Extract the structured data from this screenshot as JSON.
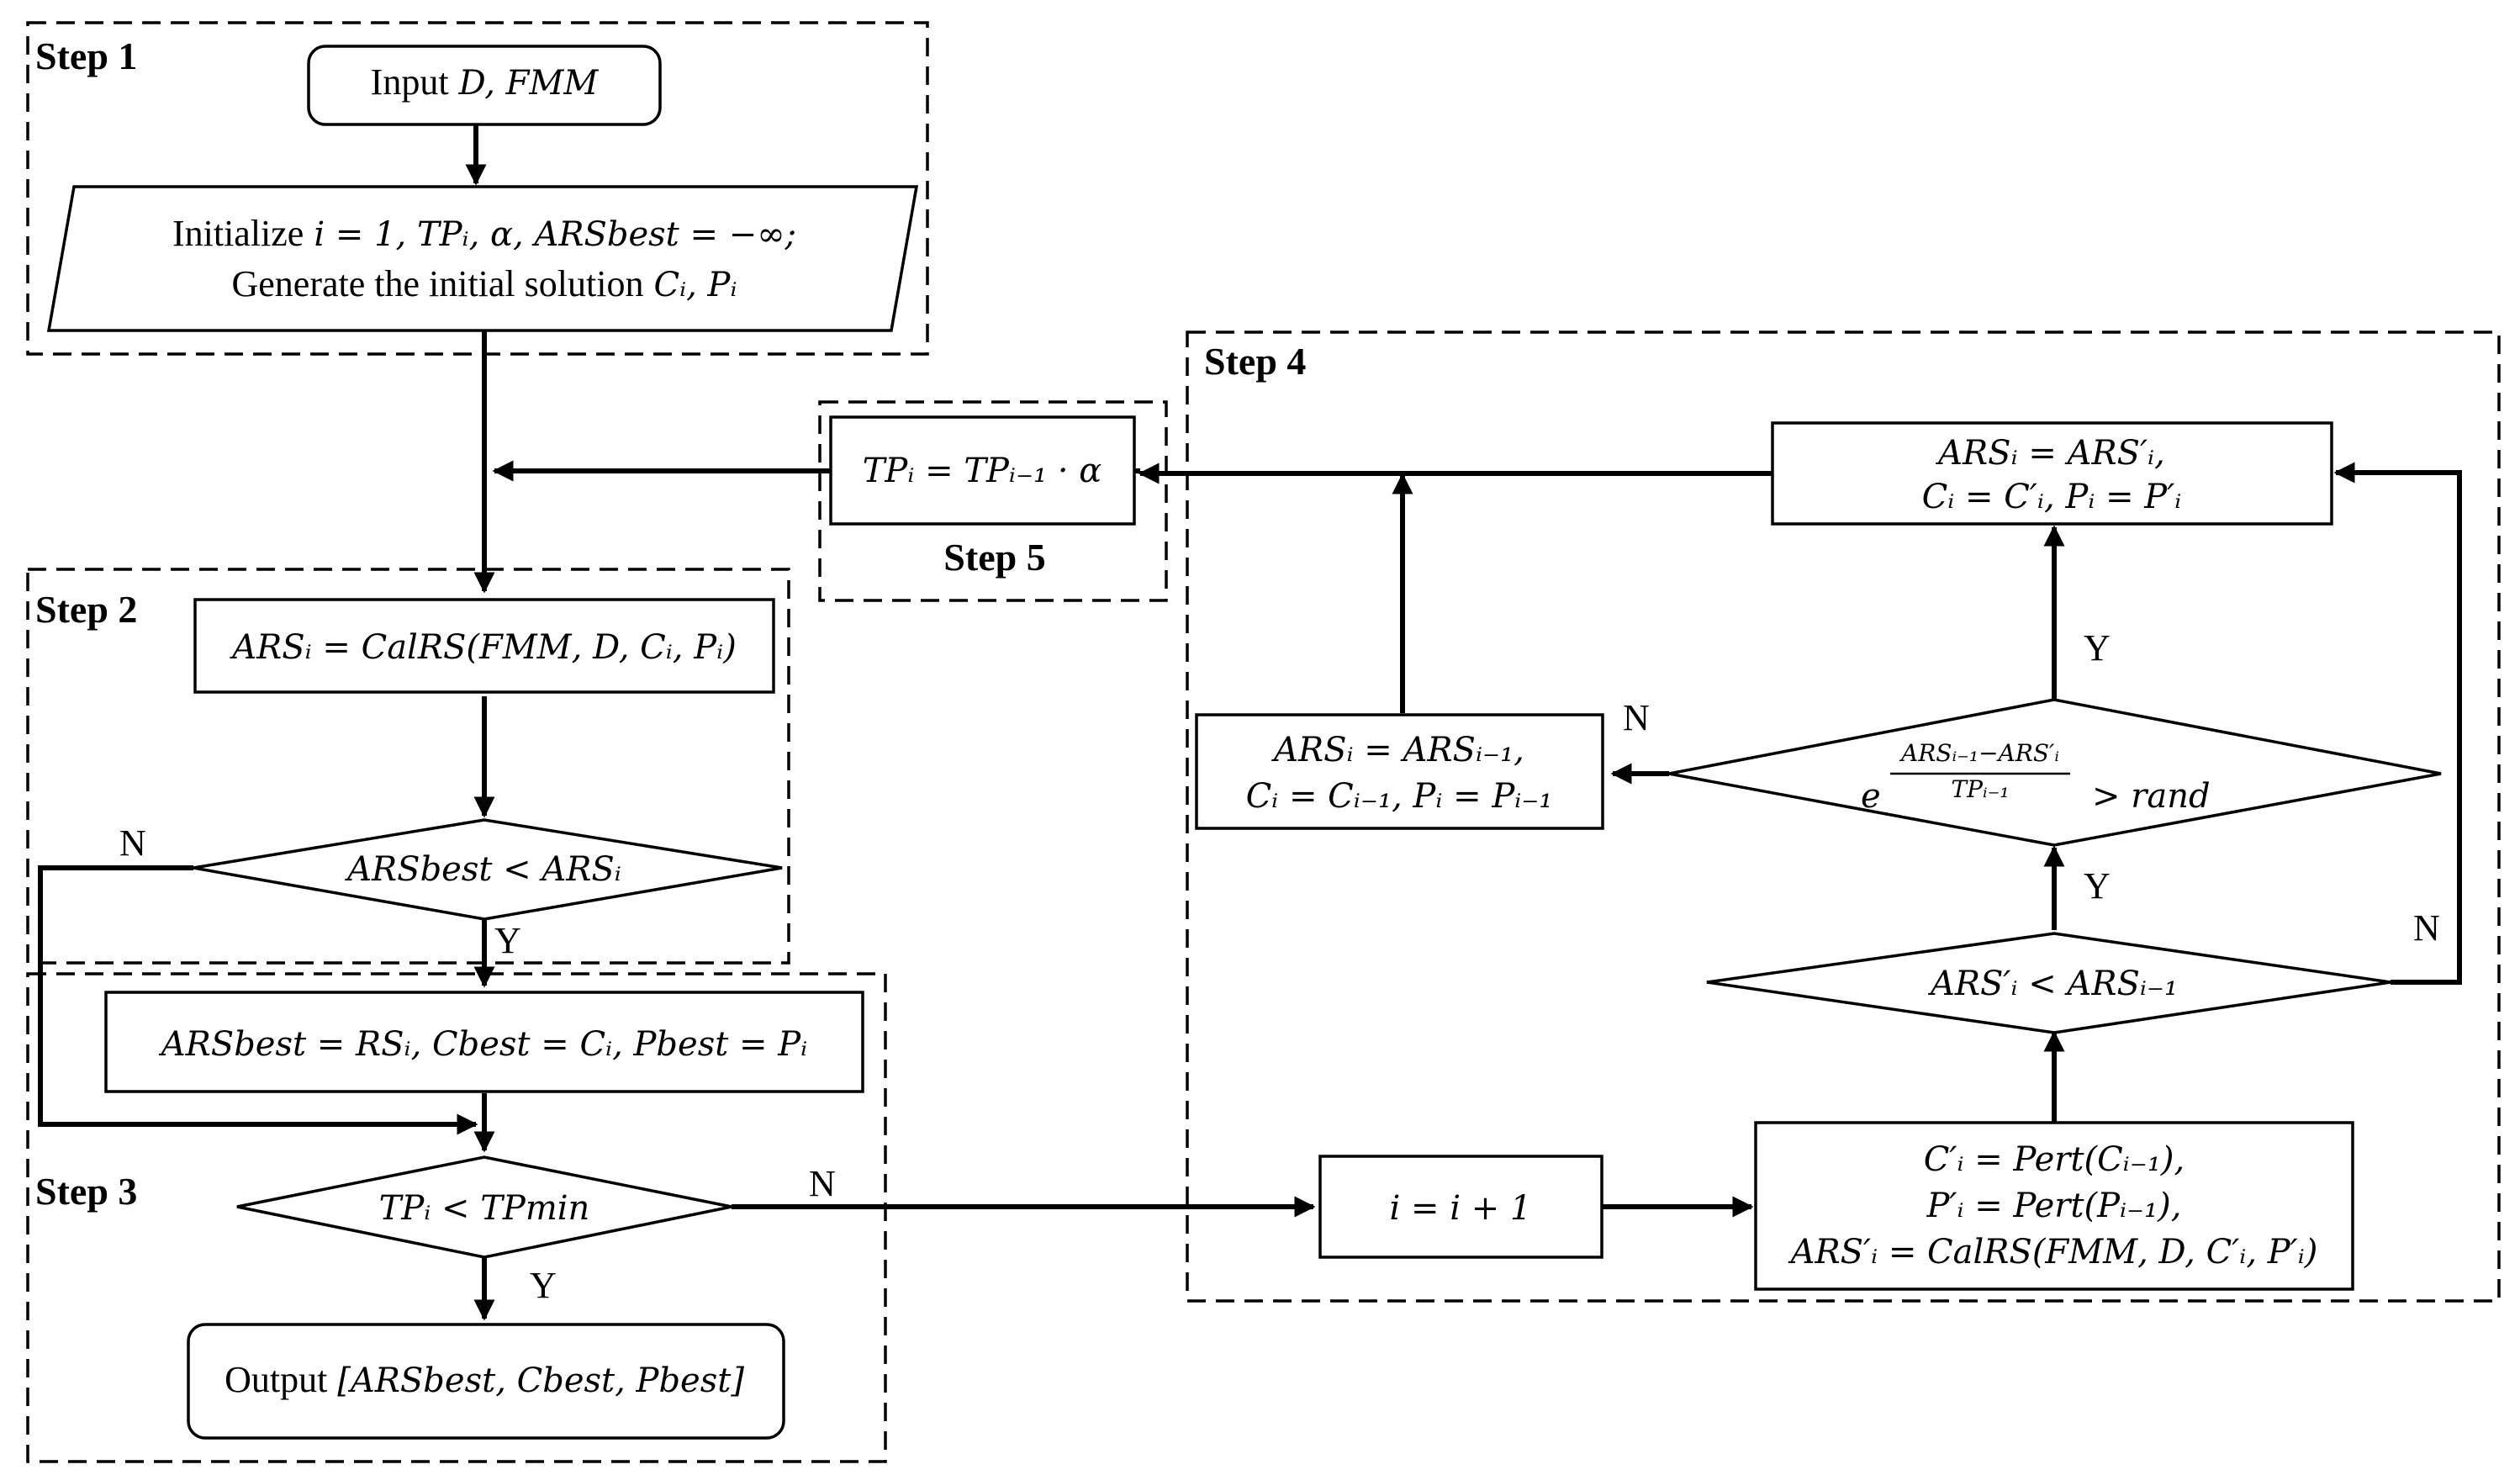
{
  "steps": {
    "step1": "Step 1",
    "step2": "Step 2",
    "step3": "Step 3",
    "step4": "Step 4",
    "step5": "Step 5"
  },
  "branch": {
    "yes": "Y",
    "no": "N"
  },
  "nodes": {
    "input": {
      "word": "Input",
      "args": "D, FMM"
    },
    "init": {
      "line1_word": "Initialize",
      "line1_math": "i = 1, TPᵢ, α, ARSbest = −∞;",
      "line2_word": "Generate the initial solution",
      "line2_math": "Cᵢ, Pᵢ"
    },
    "calc_rs": "ARSᵢ = CalRS(FMM, D, Cᵢ, Pᵢ)",
    "cond_best": "ARSbest < ARSᵢ",
    "update_best": "ARSbest = RSᵢ, Cbest = Cᵢ, Pbest = Pᵢ",
    "cond_tp": "TPᵢ < TPmin",
    "output": {
      "word": "Output",
      "args": "[ARSbest, Cbest, Pbest]"
    },
    "increment": "i = i + 1",
    "perturb": {
      "line1": "C′ᵢ = Pert(Cᵢ₋₁),",
      "line2": "P′ᵢ = Pert(Pᵢ₋₁),",
      "line3": "ARS′ᵢ = CalRS(FMM, D, C′ᵢ, P′ᵢ)"
    },
    "cond_compare": "ARS′ᵢ < ARSᵢ₋₁",
    "cond_prob": {
      "base": "e",
      "numerator": "ARSᵢ₋₁−ARS′ᵢ",
      "denominator": "TPᵢ₋₁",
      "rhs": "> rand"
    },
    "accept": {
      "line1": "ARSᵢ = ARS′ᵢ,",
      "line2": "Cᵢ = C′ᵢ, Pᵢ = P′ᵢ"
    },
    "reject": {
      "line1": "ARSᵢ = ARSᵢ₋₁,",
      "line2": "Cᵢ = Cᵢ₋₁, Pᵢ = Pᵢ₋₁"
    },
    "temp": "TPᵢ = TPᵢ₋₁ · α"
  }
}
